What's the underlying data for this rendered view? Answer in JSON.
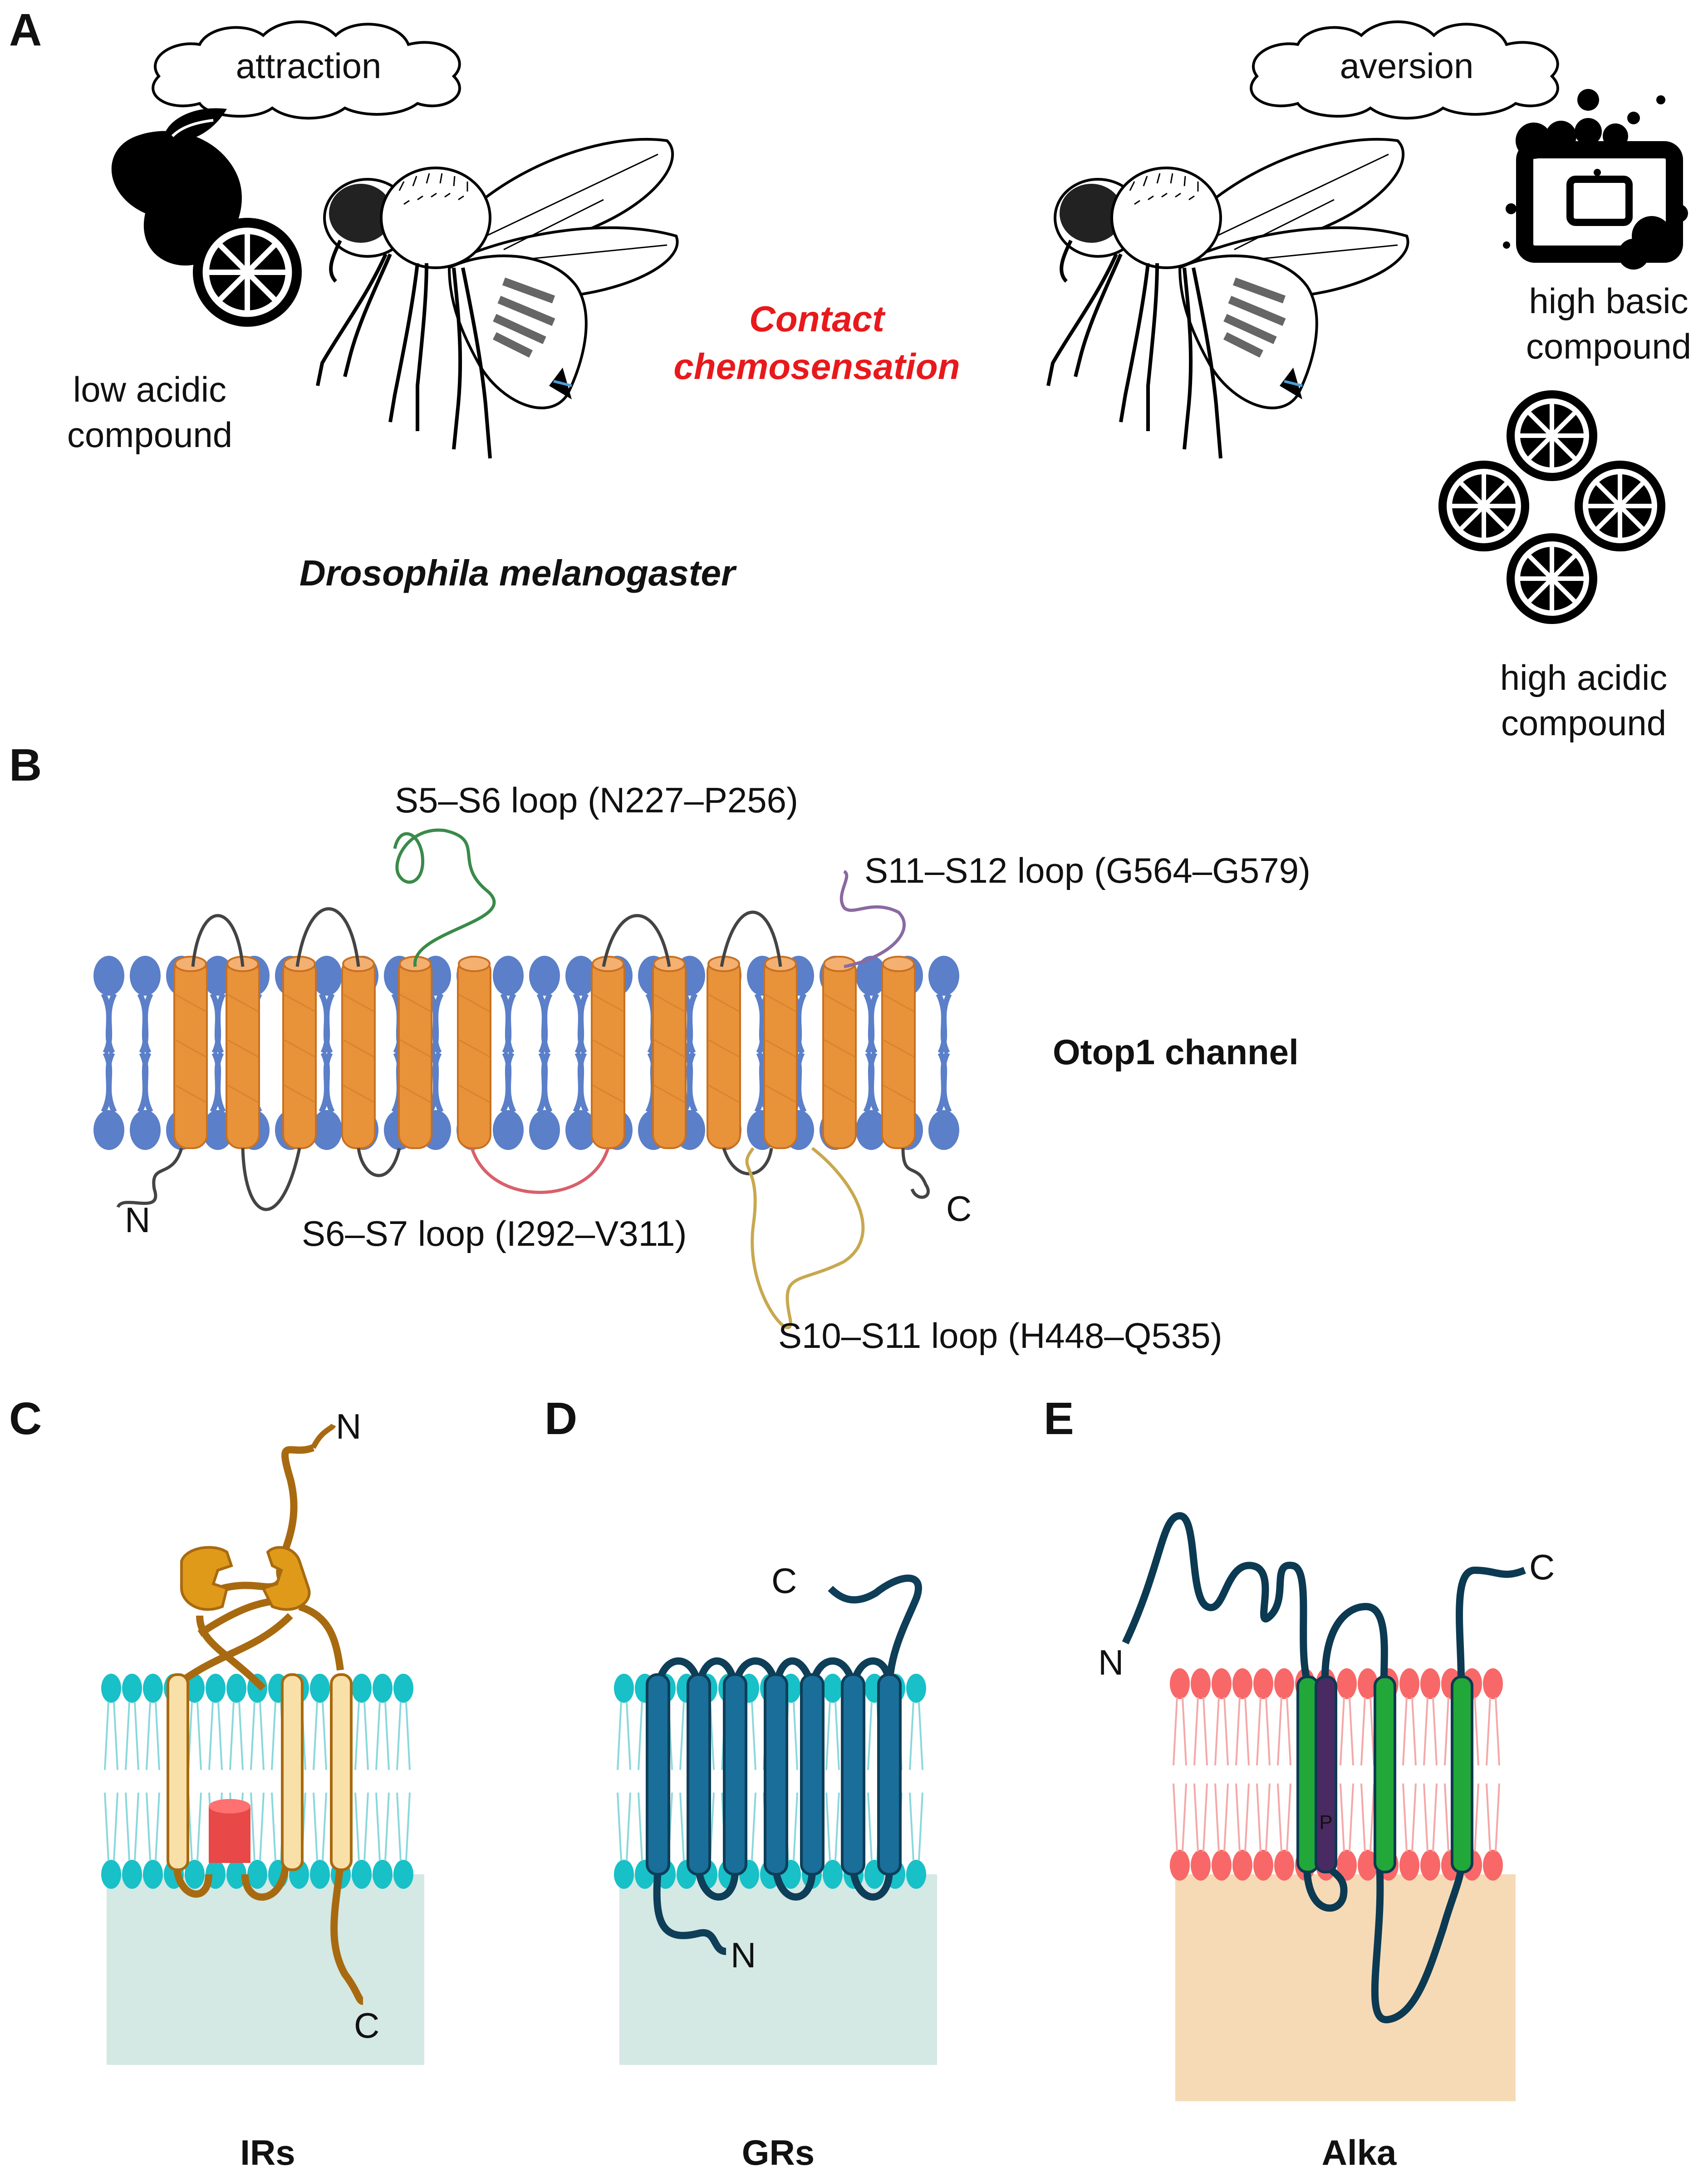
{
  "panels": {
    "A": {
      "letter": "A",
      "cloud_left": "attraction",
      "cloud_right": "aversion",
      "low_acid_line1": "low acidic",
      "low_acid_line2": "compound",
      "center_line1": "Contact",
      "center_line2": "chemosensation",
      "species": "Drosophila melanogaster",
      "high_basic_line1": "high basic",
      "high_basic_line2": "compound",
      "high_acid_line1": "high acidic",
      "high_acid_line2": "compound"
    },
    "B": {
      "letter": "B",
      "loop_s5s6": "S5–S6 loop (N227–P256)",
      "loop_s11s12": "S11–S12 loop (G564–G579)",
      "loop_s6s7": "S6–S7 loop (I292–V311)",
      "loop_s10s11": "S10–S11 loop (H448–Q535)",
      "n_term": "N",
      "c_term": "C",
      "title": "Otop1 channel"
    },
    "C": {
      "letter": "C",
      "n_term": "N",
      "c_term": "C",
      "title": "IRs"
    },
    "D": {
      "letter": "D",
      "n_term": "N",
      "c_term": "C",
      "title": "GRs"
    },
    "E": {
      "letter": "E",
      "n_term": "N",
      "c_term": "C",
      "p_label": "P",
      "title": "Alka"
    }
  },
  "colors": {
    "accent_red": "#e8191c",
    "lipid_blue": "#5b7fc8",
    "helix_orange": "#e8923a",
    "loop_green": "#3a8a4a",
    "loop_purple": "#8a6aa0",
    "loop_red": "#d8606a",
    "loop_tan": "#c8a850",
    "ir_gold": "#e09a1a",
    "ir_stroke": "#a86a10",
    "ir_helix": "#f8e0a8",
    "ir_red": "#e84848",
    "teal_head": "#18c0c8",
    "teal_bg": "#d4e8e4",
    "gr_blue": "#1a6e9a",
    "gr_line": "#0e3e58",
    "alka_pink": "#f86868",
    "alka_bg": "#f6dab6",
    "alka_green": "#22a838",
    "alka_purple": "#4a2a62",
    "alka_line": "#0c3a52"
  },
  "icons": [
    "cloud-icon",
    "fly-icon",
    "lemon-icon",
    "soap-icon",
    "citrus-slice-icon"
  ]
}
